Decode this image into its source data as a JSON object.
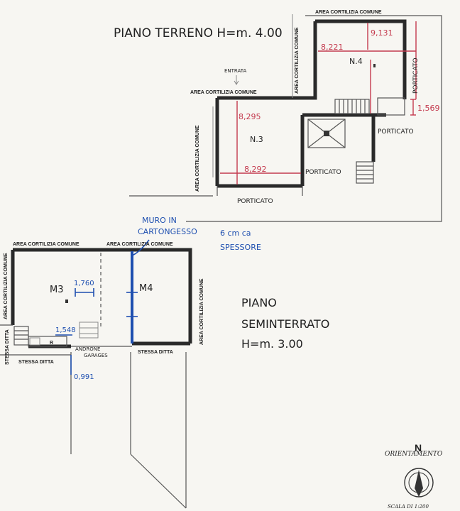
{
  "ground_floor": {
    "title": "PIANO TERRENO H=m. 4.00",
    "entrance": "ENTRATA",
    "courtyard_labels": [
      "AREA CORTILIZIA COMUNE",
      "AREA CORTILIZIA COMUNE",
      "AREA CORTILIZIA COMUNE",
      "AREA CORTILIZIA COMUNE"
    ],
    "units": [
      "N.3",
      "N.4"
    ],
    "porticato_labels": [
      "PORTICATO",
      "PORTICATO",
      "PORTICATO",
      "PORTICATO"
    ],
    "dimensions": [
      "9,131",
      "8,221",
      "1,569",
      "8,295",
      "8,292"
    ]
  },
  "basement": {
    "title_line1": "PIANO",
    "title_line2": "SEMINTERRATO",
    "title_line3": "H=m. 3.00",
    "courtyard_labels": [
      "AREA CORTILIZIA COMUNE",
      "AREA CORTILIZIA COMUNE",
      "AREA CORTILIZIA COMUNE",
      "AREA CORTILIZIA COMUNE"
    ],
    "units": [
      "M3",
      "M4"
    ],
    "dimensions": [
      "1,760",
      "1,548",
      "0,991"
    ],
    "room_r": "R",
    "andrione_line1": "ANDRONE",
    "andrione_line2": "GARAGES",
    "stessa_ditta": [
      "STESSA DITTA",
      "STESSA DITTA",
      "STESSA DITTA"
    ],
    "note_wall_line1": "MURO IN",
    "note_wall_line2": "CARTONGESSO",
    "note_thick_line1": "6 cm ca",
    "note_thick_line2": "SPESSORE"
  },
  "orientation": {
    "label": "ORIENTAMENTO",
    "north": "N",
    "scale": "SCALA DI 1:200"
  }
}
